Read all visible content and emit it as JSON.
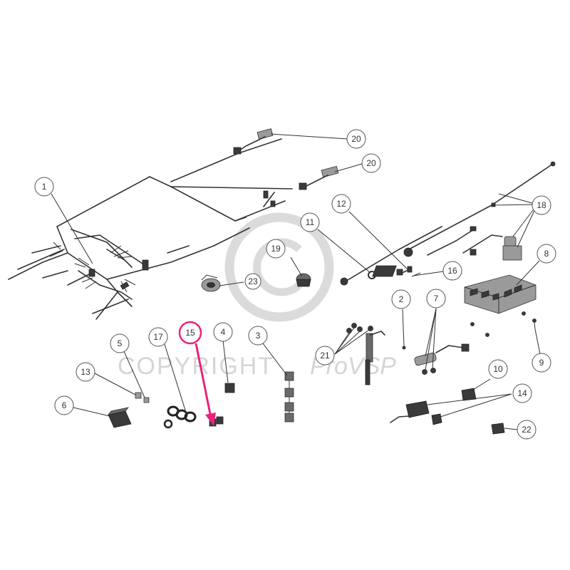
{
  "watermark": {
    "copyright_text": "COPYRIGHT",
    "brand_text": "ProVSP",
    "copyright_symbol": "©"
  },
  "highlight": {
    "color": "#e8257a",
    "callout": "15"
  },
  "callouts": {
    "c1": "1",
    "c2": "2",
    "c3": "3",
    "c4": "4",
    "c5": "5",
    "c6": "6",
    "c7": "7",
    "c8": "8",
    "c9": "9",
    "c10": "10",
    "c11": "11",
    "c12": "12",
    "c13": "13",
    "c14": "14",
    "c15": "15",
    "c16": "16",
    "c17": "17",
    "c18": "18",
    "c19": "19",
    "c20a": "20",
    "c20b": "20",
    "c21": "21",
    "c22": "22",
    "c23": "23"
  }
}
